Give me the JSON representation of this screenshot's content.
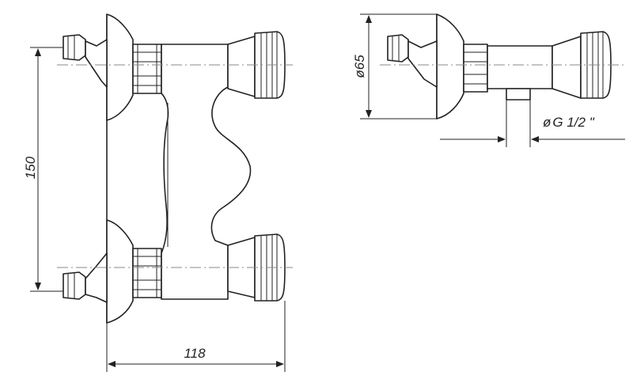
{
  "drawing": {
    "dimensions": {
      "height_label": "150",
      "width_label": "118",
      "diameter_label": "65",
      "connection_label": "G 1/2 \""
    },
    "symbols": {
      "diameter": "ø"
    }
  }
}
